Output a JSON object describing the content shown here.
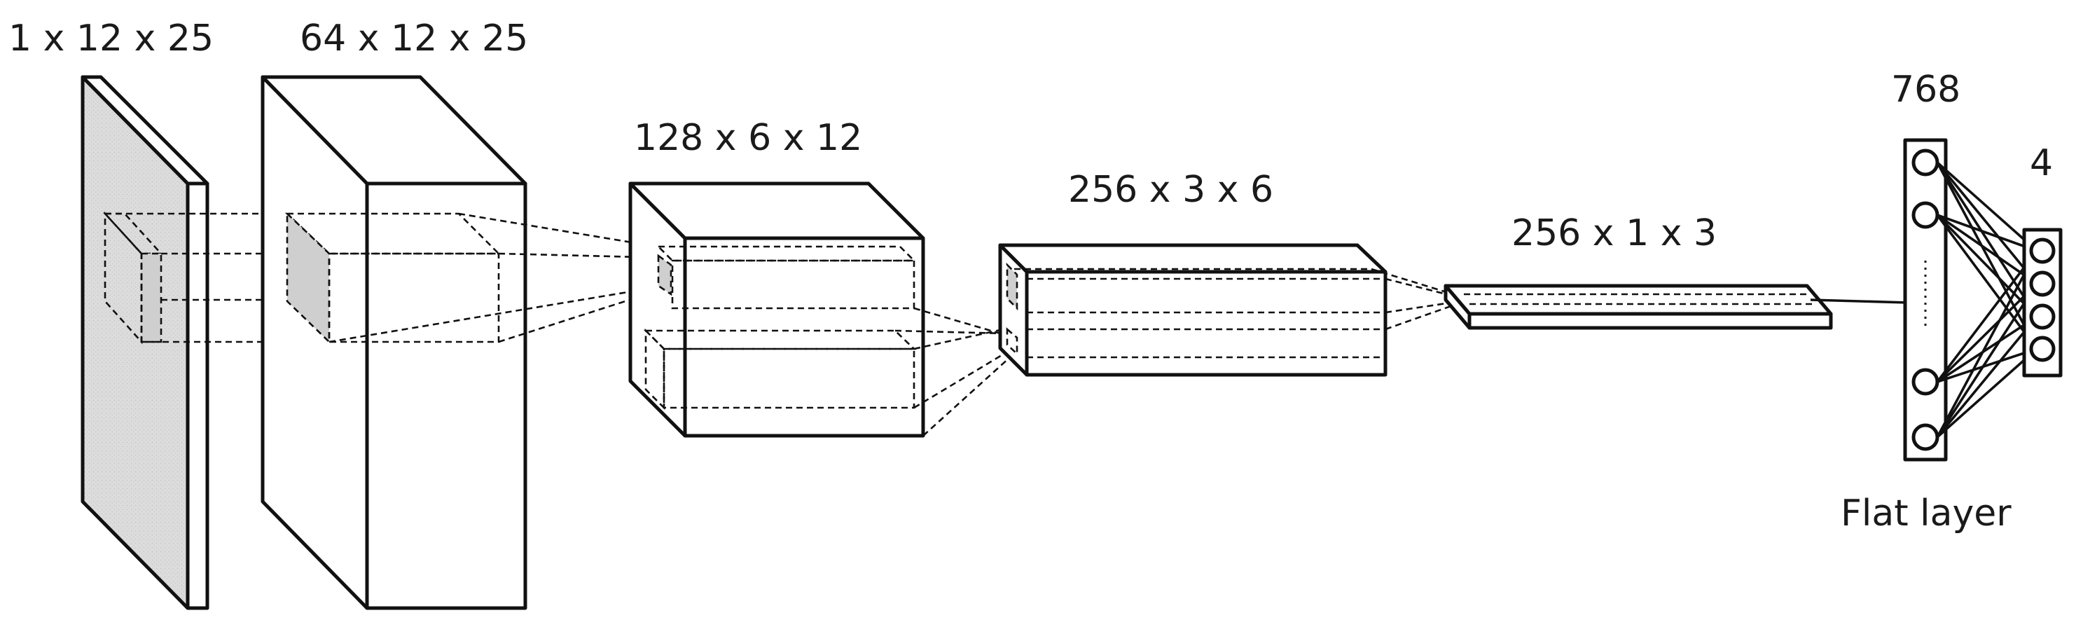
{
  "labels": {
    "input": "1 x 12 x 25",
    "conv1": "64 x 12 x 25",
    "conv2": "128 x 6 x 12",
    "conv3": "256 x 3 x 6",
    "conv4": "256 x 1 x 3",
    "flat_count": "768",
    "output_count": "4",
    "flat_layer": "Flat layer"
  },
  "colors": {
    "stroke": "#111111",
    "input_fill": "#dcdcdc",
    "background": "#ffffff"
  }
}
